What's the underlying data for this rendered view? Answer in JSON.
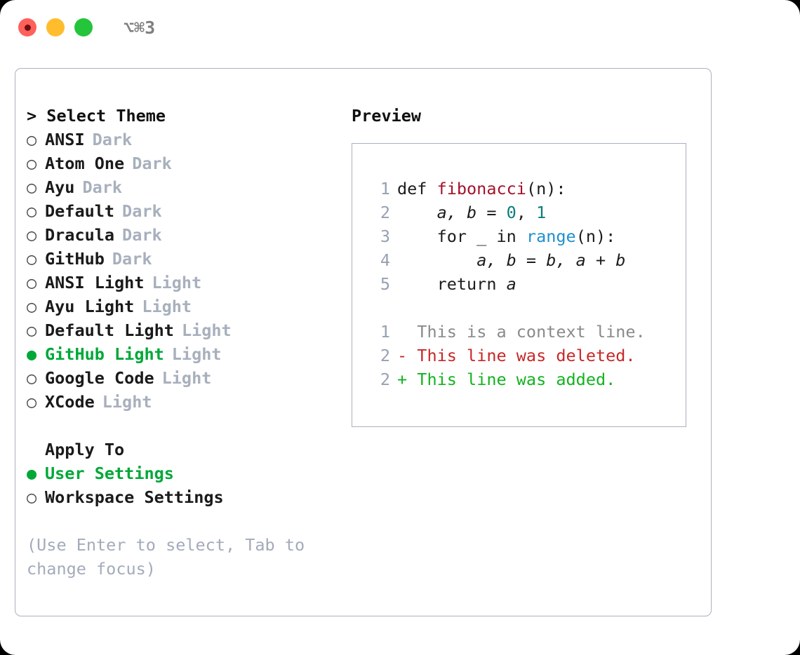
{
  "titlebar": {
    "shortcut": "⌥⌘3",
    "dots": [
      {
        "name": "close",
        "color": "#ff605c"
      },
      {
        "name": "minimize",
        "color": "#ffbd2e"
      },
      {
        "name": "maximize",
        "color": "#24c43b"
      }
    ]
  },
  "theme_picker": {
    "heading": "Select Theme",
    "caret": "> ",
    "marker_off": "○",
    "marker_on": "●",
    "items": [
      {
        "name": "ANSI",
        "kind": "Dark",
        "selected": false
      },
      {
        "name": "Atom One",
        "kind": "Dark",
        "selected": false
      },
      {
        "name": "Ayu",
        "kind": "Dark",
        "selected": false
      },
      {
        "name": "Default",
        "kind": "Dark",
        "selected": false
      },
      {
        "name": "Dracula",
        "kind": "Dark",
        "selected": false
      },
      {
        "name": "GitHub",
        "kind": "Dark",
        "selected": false
      },
      {
        "name": "ANSI Light",
        "kind": "Light",
        "selected": false
      },
      {
        "name": "Ayu Light",
        "kind": "Light",
        "selected": false
      },
      {
        "name": "Default Light",
        "kind": "Light",
        "selected": false
      },
      {
        "name": "GitHub Light",
        "kind": "Light",
        "selected": true
      },
      {
        "name": "Google Code",
        "kind": "Light",
        "selected": false
      },
      {
        "name": "XCode",
        "kind": "Light",
        "selected": false
      }
    ]
  },
  "apply_to": {
    "heading": "Apply To",
    "options": [
      {
        "label": "User Settings",
        "selected": true
      },
      {
        "label": "Workspace Settings",
        "selected": false
      }
    ]
  },
  "hint": "(Use Enter to select, Tab to change focus)",
  "preview": {
    "title": "Preview",
    "code_lines": [
      {
        "num": "1",
        "segments": [
          {
            "t": "def ",
            "c": "plain"
          },
          {
            "t": "fibonacci",
            "c": "fn"
          },
          {
            "t": "(n):",
            "c": "plain"
          }
        ]
      },
      {
        "num": "2",
        "segments": [
          {
            "t": "    ",
            "c": "plain"
          },
          {
            "t": "a, b",
            "c": "var"
          },
          {
            "t": " = ",
            "c": "plain"
          },
          {
            "t": "0",
            "c": "num"
          },
          {
            "t": ", ",
            "c": "plain"
          },
          {
            "t": "1",
            "c": "num"
          }
        ]
      },
      {
        "num": "3",
        "segments": [
          {
            "t": "    for _ in ",
            "c": "plain"
          },
          {
            "t": "range",
            "c": "bi"
          },
          {
            "t": "(n):",
            "c": "plain"
          }
        ]
      },
      {
        "num": "4",
        "segments": [
          {
            "t": "        ",
            "c": "plain"
          },
          {
            "t": "a, b",
            "c": "var"
          },
          {
            "t": " = ",
            "c": "plain"
          },
          {
            "t": "b, a + b",
            "c": "var"
          }
        ]
      },
      {
        "num": "5",
        "segments": [
          {
            "t": "    return ",
            "c": "plain"
          },
          {
            "t": "a",
            "c": "var"
          }
        ]
      }
    ],
    "diff_lines": [
      {
        "num": "1",
        "marker": " ",
        "text": " This is a context line.",
        "kind": "ctx"
      },
      {
        "num": "2",
        "marker": "-",
        "text": " This line was deleted.",
        "kind": "del"
      },
      {
        "num": "2",
        "marker": "+",
        "text": " This line was added.",
        "kind": "add"
      }
    ]
  },
  "colors": {
    "accent_green": "#00a838",
    "border": "#aab0bd",
    "muted": "#a8b0bd",
    "hint": "#a3abba",
    "fn_red": "#a4122b",
    "num_teal": "#0b7c7c",
    "builtin_blue": "#1f8fcd",
    "diff_add": "#12b31f",
    "diff_del": "#c62828",
    "diff_ctx": "#8a8a8a",
    "linenum": "#97a0b2"
  }
}
